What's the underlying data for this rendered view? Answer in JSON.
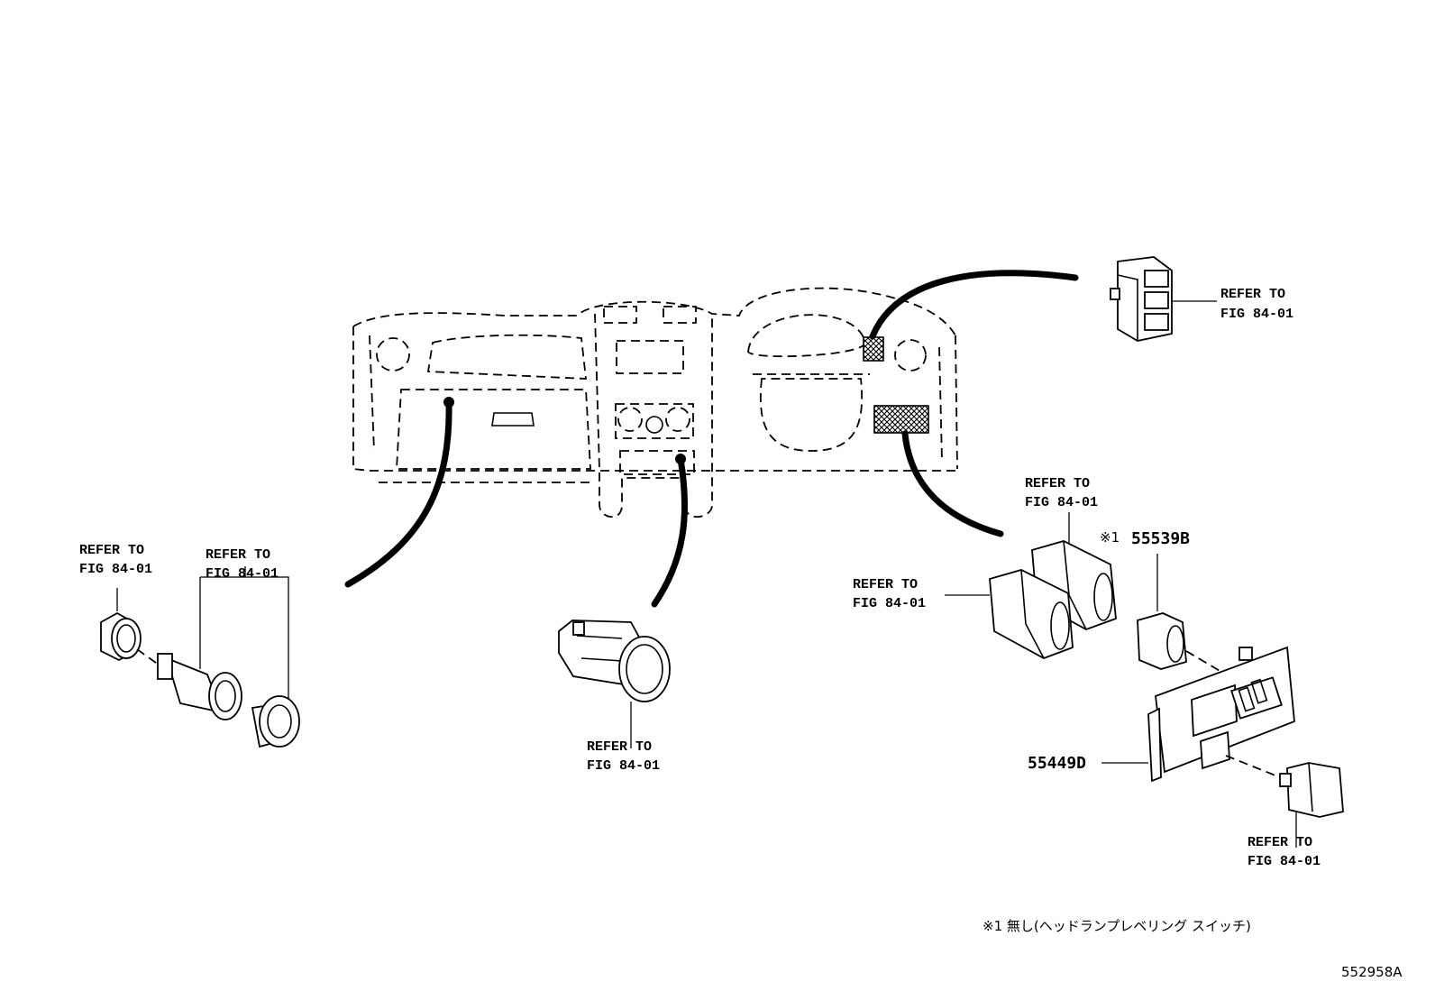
{
  "refer": {
    "line1": "REFER TO",
    "line2": "FIG 84-01"
  },
  "parts": {
    "p1": "55539B",
    "p2": "55449D"
  },
  "marks": {
    "note_mark": "※1",
    "footnote": "※1  無し(ヘッドランプレベリング  スイッチ)"
  },
  "figure_code": "552958A"
}
